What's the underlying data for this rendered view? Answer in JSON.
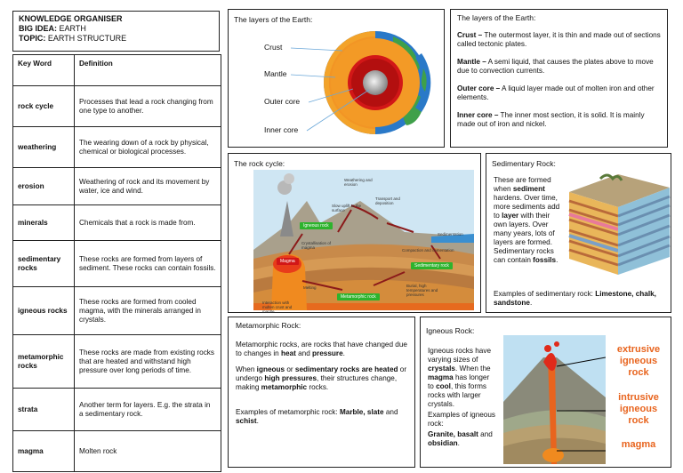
{
  "header": {
    "title": "KNOWLEDGE ORGANISER",
    "big_idea_label": "BIG IDEA:",
    "big_idea_value": " EARTH",
    "topic_label": "TOPIC:",
    "topic_value": " EARTH STRUCTURE"
  },
  "table": {
    "headers": [
      "Key Word",
      "Definition"
    ],
    "rows": [
      {
        "key": "rock cycle",
        "def": "Processes that lead a rock changing from one type to another."
      },
      {
        "key": "weathering",
        "def": "The wearing down of a rock by physical, chemical or biological processes."
      },
      {
        "key": "erosion",
        "def": "Weathering of rock and its movement by water, ice and wind."
      },
      {
        "key": "minerals",
        "def": "Chemicals that a rock is made from."
      },
      {
        "key": "sedimentary rocks",
        "def": "These rocks are formed from layers of sediment. These rocks can contain fossils."
      },
      {
        "key": "igneous rocks",
        "def": "These rocks are formed from cooled magma, with the minerals arranged in crystals."
      },
      {
        "key": "metamorphic rocks",
        "def": "These rocks are made from existing rocks that are heated and withstand high pressure over long periods of time."
      },
      {
        "key": "strata",
        "def": "Another term for layers. E.g. the strata in a sedimentary rock."
      },
      {
        "key": "magma",
        "def": "Molten rock"
      }
    ]
  },
  "earth_diagram": {
    "title": "The layers of the Earth:",
    "labels": {
      "crust": "Crust",
      "mantle": "Mantle",
      "outer_core": "Outer core",
      "inner_core": "Inner core"
    }
  },
  "earth_text": {
    "title": "The layers of the Earth:",
    "crust_term": "Crust –",
    "crust_def": " The outermost layer, it is thin and made out of sections called tectonic plates.",
    "mantle_term": "Mantle –",
    "mantle_def": " A semi liquid, that causes the plates above to move due to convection currents.",
    "outer_term": "Outer core –",
    "outer_def": " A liquid layer made out of molten iron and other elements.",
    "inner_term": "Inner core –",
    "inner_def": " The inner most section, it is solid. It is mainly made out of iron and nickel."
  },
  "rock_cycle": {
    "title": "The rock cycle:",
    "labels": {
      "weathering": "Weathering and erosion",
      "transport": "Transport and deposition",
      "uplift": "Slow uplift to the surface",
      "igneous": "Igneous rock",
      "crystal": "Crystallisation of magma",
      "magma": "Magma",
      "melting": "Melting",
      "metamorphic": "Metamorphic rock",
      "sedimentation": "Sedimentation",
      "compaction": "Compaction and cementation",
      "sedimentary": "Sedimentary rock",
      "burial": "Burial, high temperatures and pressures",
      "interaction": "Interaction with molten crust and mantle"
    }
  },
  "sedimentary": {
    "title": "Sedimentary Rock:",
    "p1": "These are formed when ",
    "p1_b1": "sediment",
    "p1_2": " hardens. Over time, more sediments add to ",
    "p1_b2": "layer",
    "p1_3": " with their own layers. Over many years, lots of layers are formed. Sedimentary rocks can contain ",
    "p1_b3": "fossils",
    "p1_4": ".",
    "ex_label": "Examples of sedimentary rock: ",
    "ex_value": "Limestone, chalk, sandstone",
    "ex_end": "."
  },
  "metamorphic": {
    "title": "Metamorphic Rock:",
    "p1a": "Metamorphic rocks, are rocks that have changed due to changes in ",
    "p1b": "heat",
    "p1c": " and ",
    "p1d": "pressure",
    "p1e": ".",
    "p2a": "When ",
    "p2b": "igneous",
    "p2c": " or ",
    "p2d": "sedimentary rocks",
    "p2e": " ",
    "p2f": "are heated",
    "p2g": " or undergo ",
    "p2h": "high pressures",
    "p2i": ", their structures change, making ",
    "p2j": "metamorphic",
    "p2k": " rocks.",
    "ex_label": "Examples of metamorphic rock: ",
    "ex_value1": "Marble, slate",
    "ex_mid": " and ",
    "ex_value2": "schist",
    "ex_end": "."
  },
  "igneous": {
    "title": "Igneous Rock:",
    "p1a": "Igneous rocks have varying sizes of ",
    "p1b": "crystals",
    "p1c": ". When the ",
    "p1d": "magma",
    "p1e": " has longer to ",
    "p1f": "cool",
    "p1g": ", this forms rocks with larger crystals.",
    "ex_label": "Examples of igneous rock:",
    "ex_value": "Granite, basalt",
    "ex_mid": " and ",
    "ex_value2": "obsidian",
    "ex_end": ".",
    "label_extrusive": "extrusive igneous rock",
    "label_intrusive": "intrusive igneous rock",
    "label_magma": "magma"
  }
}
